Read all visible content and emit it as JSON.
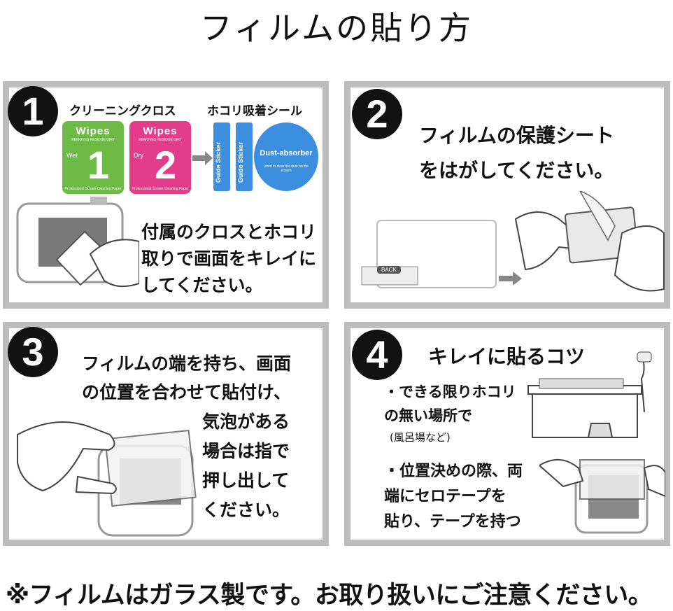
{
  "title": "フィルムの貼り方",
  "steps": [
    {
      "number": "1",
      "labels": {
        "cloth": "クリーニングクロス",
        "sticker": "ホコリ吸着シール"
      },
      "wipes": [
        {
          "title": "Wipes",
          "sub": "REMOVES RESIDUE DIRT",
          "tag": "Wet",
          "num": "1",
          "foot": "Professional Screen Cleaning Paper"
        },
        {
          "title": "Wipes",
          "sub": "REMOVES RESIDUE DIRT",
          "tag": "Dry",
          "num": "2",
          "foot": "Professional Screen Cleaning Paper"
        }
      ],
      "guide_sticker": "Guide Sticker",
      "dust_absorber": "Dust-absorber",
      "dust_absorber_sub": "Used to clear the dust on the screen",
      "text": "付属のクロスとホコリ\n取りで画面をキレイに\nしてください。"
    },
    {
      "number": "2",
      "text": "フィルムの保護シート\nをはがしてください。",
      "back_label": "BACK"
    },
    {
      "number": "3",
      "text_top": "フィルムの端を持ち、画面\nの位置を合わせて貼付け、",
      "text_bottom": "気泡がある\n場合は指で\n押し出して\nください。"
    },
    {
      "number": "4",
      "heading": "キレイに貼るコツ",
      "tip1": "・できる限りホコリ\nの無い場所で",
      "tip1_note": "(風呂場など)",
      "tip2": "・位置決めの際、両\n端にセロテープを\n貼り、テープを持つ"
    }
  ],
  "footer": "※フィルムはガラス製です。お取り扱いにご注意ください。",
  "colors": {
    "panel_border": "#bdbdbd",
    "wipe_wet": "#6dbb45",
    "wipe_dry": "#e23c8b",
    "sticker_blue": "#3c8ede",
    "badge": "#111111"
  }
}
